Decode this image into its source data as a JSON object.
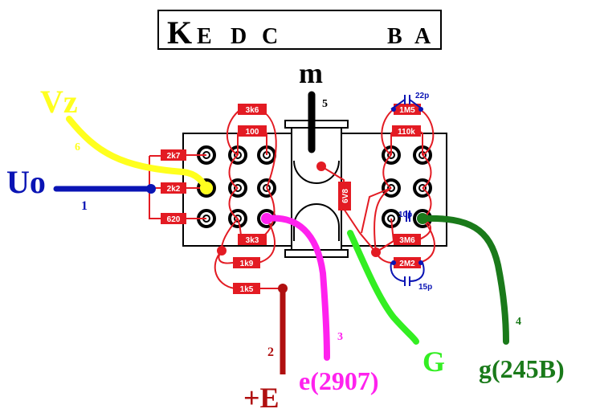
{
  "colors": {
    "resistor": "#e31b23",
    "wire": "#e31b23",
    "board": "#000000",
    "blue": "#0a14b4",
    "yellow": "#ffff1e",
    "magenta": "#ff22ee",
    "lightgreen": "#33ee22",
    "darkgreen": "#1a7a1a",
    "darkred": "#b01010",
    "capacitor_text": "#0a14b4"
  },
  "header": {
    "left_labels": [
      "K",
      "E",
      "D",
      "C"
    ],
    "right_labels": [
      "B",
      "A"
    ]
  },
  "terminals": {
    "uo": {
      "label": "Uo",
      "number": "1"
    },
    "vz": {
      "label": "Vz",
      "number": "6"
    },
    "plus_e": {
      "label": "+E",
      "number": "2"
    },
    "e2907": {
      "label": "e(2907)",
      "number": "3"
    },
    "g": {
      "label": "G",
      "number": ""
    },
    "g245b": {
      "label": "g(245B)",
      "number": "4"
    },
    "m": {
      "label": "m",
      "number": "5"
    }
  },
  "resistors": {
    "r_2k7": "2k7",
    "r_2k2": "2k2",
    "r_620": "620",
    "r_3k6": "3k6",
    "r_100": "100",
    "r_3k3": "3k3",
    "r_1k9": "1k9",
    "r_1k5": "1k5",
    "r_1m5": "1M5",
    "r_110k": "110k",
    "r_3m6": "3M6",
    "r_2m2": "2M2",
    "r_6v8": "6V8"
  },
  "capacitors": {
    "c_22p": "22p",
    "c_10p": "10p",
    "c_15p": "15p"
  }
}
